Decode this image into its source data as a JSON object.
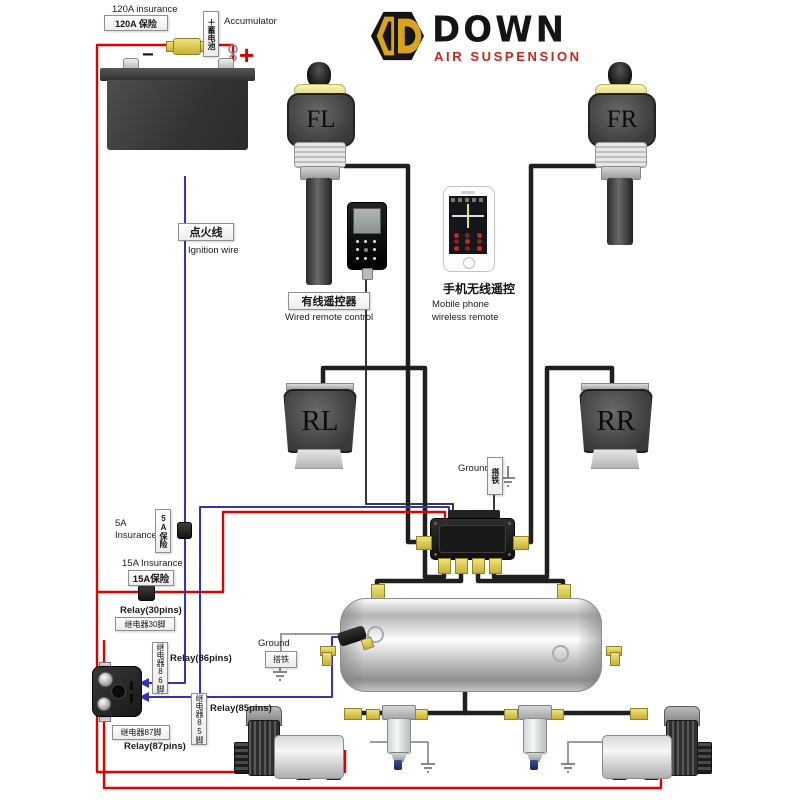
{
  "logo": {
    "letter": "D",
    "word": "DOWN",
    "sub": "AIR SUSPENSION",
    "accent": "#c2271f",
    "gold": "#d9a41b"
  },
  "battery": {
    "fuse_en": "120A insurance",
    "fuse_cn": "120A 保险",
    "accumulator_cn": "＋蓄电池",
    "accumulator_en": "Accumulator",
    "minus": "−",
    "plus": "+"
  },
  "struts": {
    "fl": "FL",
    "fr": "FR",
    "rl": "RL",
    "rr": "RR"
  },
  "ignition": {
    "cn": "点火线",
    "en": "Ignition wire"
  },
  "wired_remote": {
    "cn": "有线遥控器",
    "en": "Wired remote control"
  },
  "phone": {
    "cn": "手机无线遥控",
    "en1": "Mobile phone",
    "en2": "wireless remote"
  },
  "ground": {
    "en": "Ground",
    "cn": "搭铁"
  },
  "fuses": {
    "f5_l1": "5A",
    "f5_l2": "Insurance",
    "f5_cn": "5A保险",
    "f15_en": "15A Insurance",
    "f15_cn": "15A保险"
  },
  "relays": {
    "p30_en": "Relay(30pins)",
    "p30_cn": "继电器30脚",
    "p86_en": "Relay(86pins)",
    "p86_cn": "继电器86脚",
    "p85_en": "Relay(85pins)",
    "p85_cn": "继电器85脚",
    "p87_en": "Relay(87pins)",
    "p87_cn": "继电器87脚"
  },
  "colors": {
    "wire_red": "#e10000",
    "wire_blue": "#3333bb",
    "air_line": "#1f1f1f",
    "brass": "#d7c23a"
  }
}
